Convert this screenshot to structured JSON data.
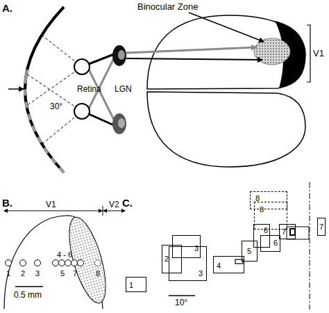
{
  "diagram": {
    "nodes": [
      {
        "text": [
          "1"
        ]
      },
      {
        "text": [
          "2"
        ]
      },
      {
        "text": [
          "3"
        ]
      },
      {
        "text": [
          "3"
        ]
      },
      {
        "text": [
          "4"
        ]
      },
      {
        "text": [
          "5"
        ]
      },
      {
        "text": [
          "6"
        ]
      },
      {
        "text": [
          "6"
        ]
      },
      {
        "text": [
          "7"
        ]
      },
      {
        "text": [
          "7"
        ]
      },
      {
        "text": [
          "8"
        ]
      },
      {
        "text": [
          "8"
        ]
      }
    ],
    "labels": [
      "A.",
      "Binocular Zone",
      "V1",
      "Retina",
      "LGN",
      "30°",
      "B.",
      "V1",
      "V2",
      "1",
      "2",
      "3",
      "4 - 6",
      "5",
      "7",
      "8",
      "0.5 mm",
      "C.",
      "10°"
    ]
  }
}
